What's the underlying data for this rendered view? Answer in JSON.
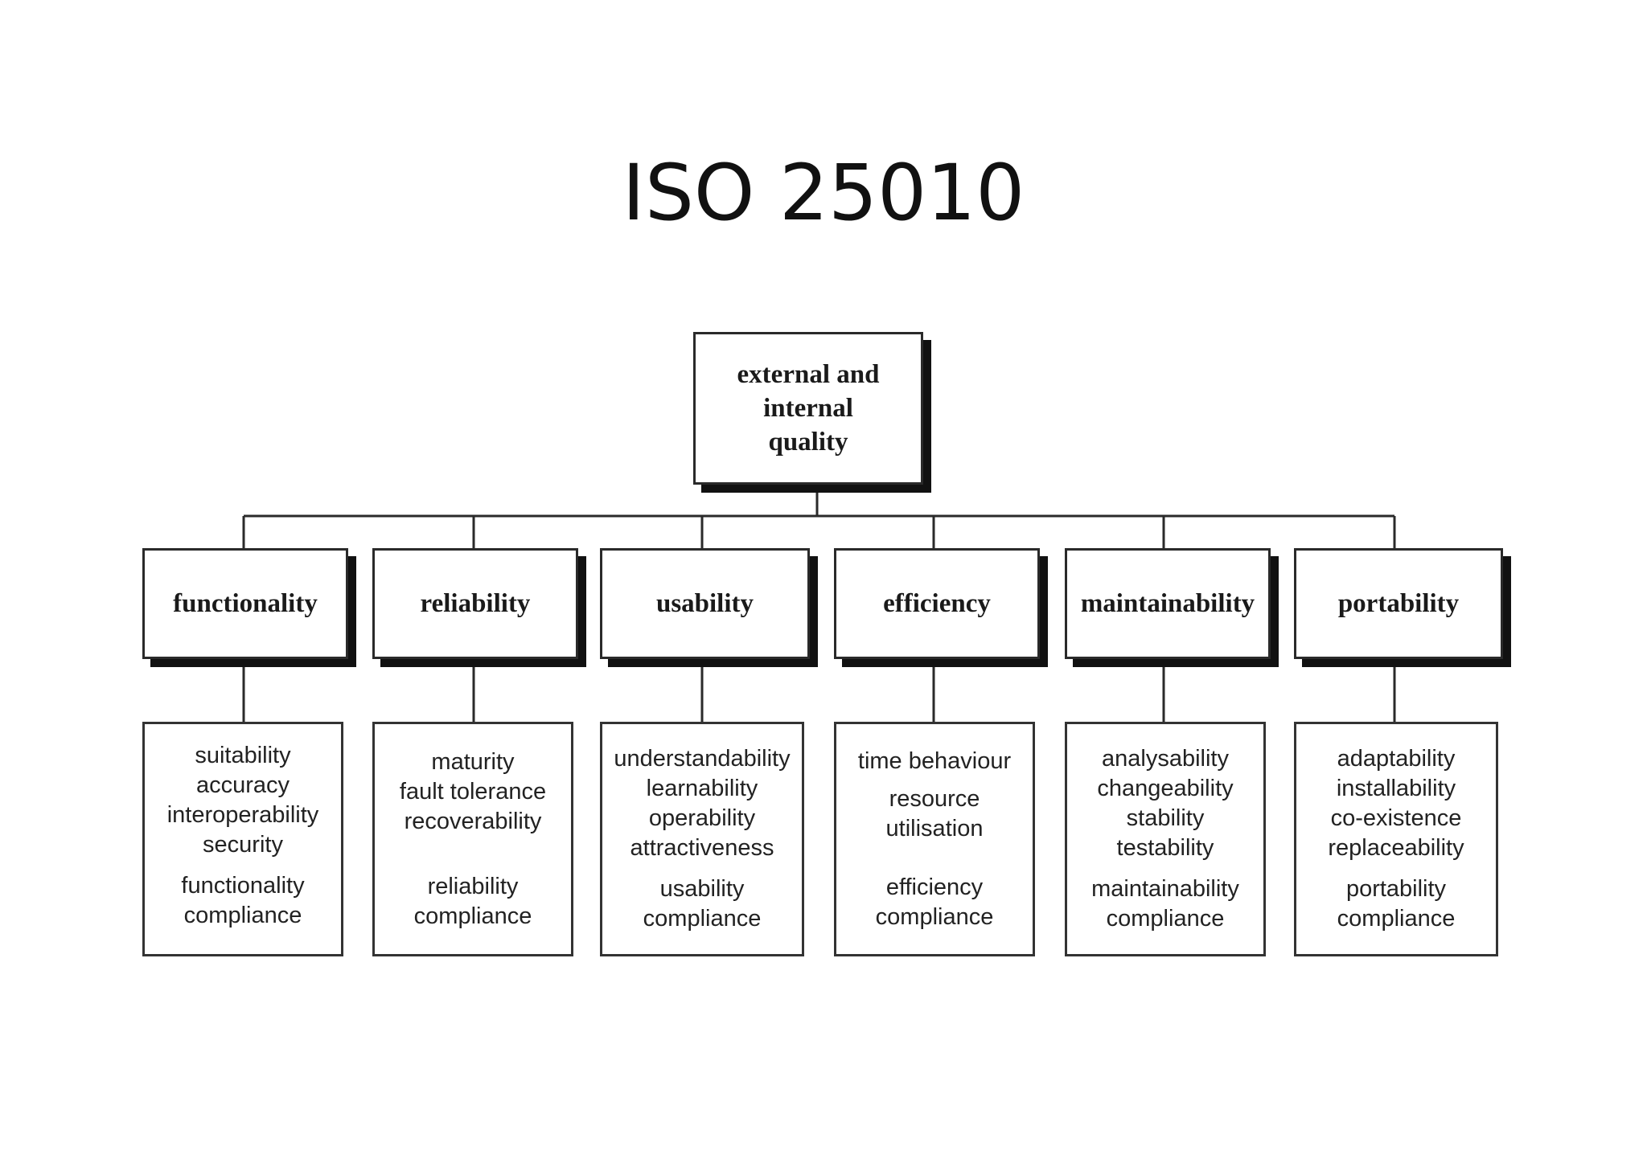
{
  "title": "ISO 25010",
  "root": {
    "label": "external and\ninternal\nquality"
  },
  "characteristics": [
    {
      "name": "functionality",
      "subcharacteristics": [
        "suitability",
        "accuracy",
        "interoperability",
        "security"
      ],
      "compliance": "functionality\ncompliance"
    },
    {
      "name": "reliability",
      "subcharacteristics": [
        "maturity",
        "fault tolerance",
        "recoverability"
      ],
      "compliance": "reliability\ncompliance"
    },
    {
      "name": "usability",
      "subcharacteristics": [
        "understandability",
        "learnability",
        "operability",
        "attractiveness"
      ],
      "compliance": "usability\ncompliance"
    },
    {
      "name": "efficiency",
      "subcharacteristics": [
        "time behaviour",
        "resource",
        "utilisation"
      ],
      "compliance": "efficiency\ncompliance"
    },
    {
      "name": "maintainability",
      "subcharacteristics": [
        "analysability",
        "changeability",
        "stability",
        "testability"
      ],
      "compliance": "maintainability\ncompliance"
    },
    {
      "name": "portability",
      "subcharacteristics": [
        "adaptability",
        "installability",
        "co-existence",
        "replaceability"
      ],
      "compliance": "portability\ncompliance"
    }
  ]
}
